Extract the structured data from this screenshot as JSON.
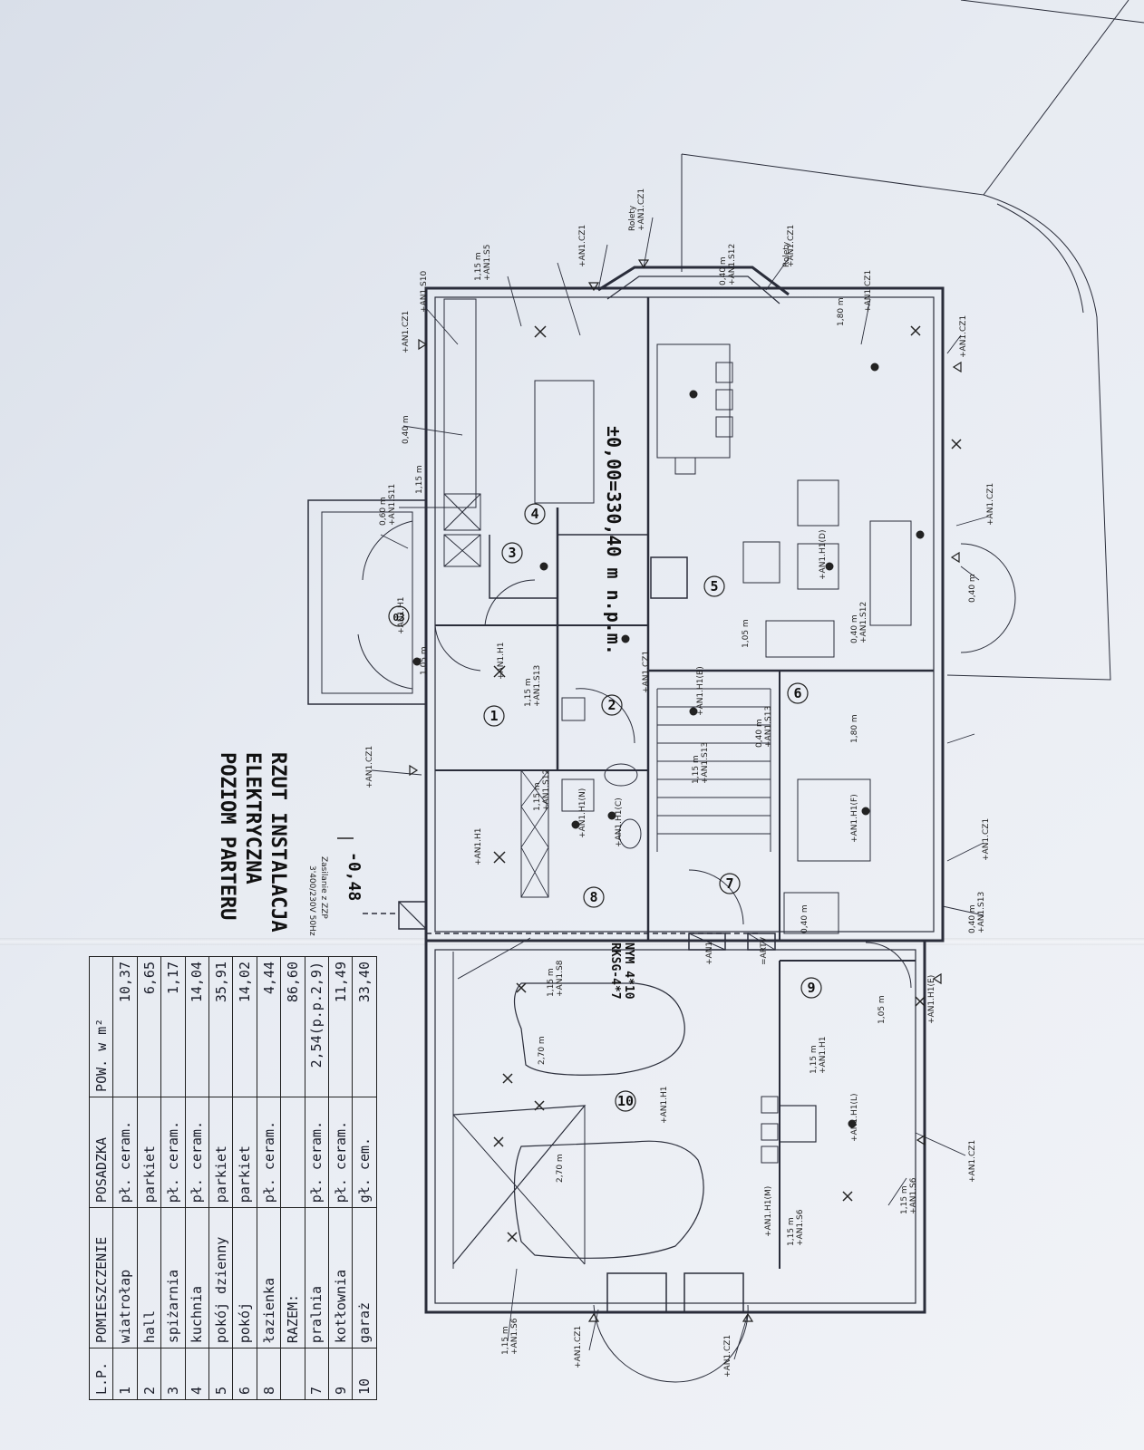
{
  "title": {
    "line1": "RZUT INSTALACJA",
    "line2": "ELEKTRYCZNA",
    "line3": "POZIOM PARTERU"
  },
  "level_mark": "-0,48",
  "elevation_note": "±0,00=330,40 m n.p.m.",
  "supply": {
    "label1": "Zasilanie z ZZP",
    "label2": "3'400/230V 50Hz",
    "cable1": "NYM 4*10",
    "cable2": "RKSG-4*7"
  },
  "room_markers": [
    "1",
    "2",
    "3",
    "4",
    "5",
    "6",
    "7",
    "8",
    "9",
    "10",
    "03"
  ],
  "labels": {
    "roller": "Rolety",
    "czujnik": "+AN1.CZ1",
    "an1": "+AN1",
    "artv": "=ARTV",
    "h1": "+AN1.H1",
    "s13": "+AN1.S13",
    "s12": "+AN1.S12",
    "s10": "+AN1.S10",
    "s11": "+AN1.S11",
    "s5": "+AN1.S5",
    "s6": "+AN1.S6",
    "s8": "+AN1.S8",
    "h1d": "+AN1.H1(D)",
    "h1f": "+AN1.H1(F)",
    "h1b": "+AN1.H1(B)",
    "h1c": "+AN1.H1(C)",
    "h1l": "+AN1.H1(L)",
    "h1m": "+AN1.H1(M)",
    "h1n": "+AN1.H1(N)",
    "h1e": "+AN1.H1(E)",
    "m115": "1,15 m",
    "m040": "0,40 m",
    "m180": "1,80 m",
    "m060": "0,60 m",
    "m105": "1,05 m",
    "m270": "2,70 m"
  },
  "table": {
    "headers": [
      "L.P.",
      "POMIESZCZENIE",
      "POSADZKA",
      "POW. w m²"
    ],
    "rows": [
      {
        "lp": "1",
        "name": "wiatrołap",
        "floor": "pł. ceram.",
        "area": "10,37"
      },
      {
        "lp": "2",
        "name": "hall",
        "floor": "parkiet",
        "area": "6,65"
      },
      {
        "lp": "3",
        "name": "spiżarnia",
        "floor": "pł. ceram.",
        "area": "1,17"
      },
      {
        "lp": "4",
        "name": "kuchnia",
        "floor": "pł. ceram.",
        "area": "14,04"
      },
      {
        "lp": "5",
        "name": "pokój dzienny",
        "floor": "parkiet",
        "area": "35,91"
      },
      {
        "lp": "6",
        "name": "pokój",
        "floor": "parkiet",
        "area": "14,02"
      },
      {
        "lp": "8",
        "name": "łazienka",
        "floor": "pł. ceram.",
        "area": "4,44"
      },
      {
        "lp": "",
        "name": "RAZEM:",
        "floor": "",
        "area": "86,60"
      },
      {
        "lp": "7",
        "name": "pralnia",
        "floor": "pł. ceram.",
        "area": "2,54(p.p.2,9)"
      },
      {
        "lp": "9",
        "name": "kotłownia",
        "floor": "pł. ceram.",
        "area": "11,49"
      },
      {
        "lp": "10",
        "name": "garaż",
        "floor": "gł. cem.",
        "area": "33,40"
      }
    ]
  }
}
